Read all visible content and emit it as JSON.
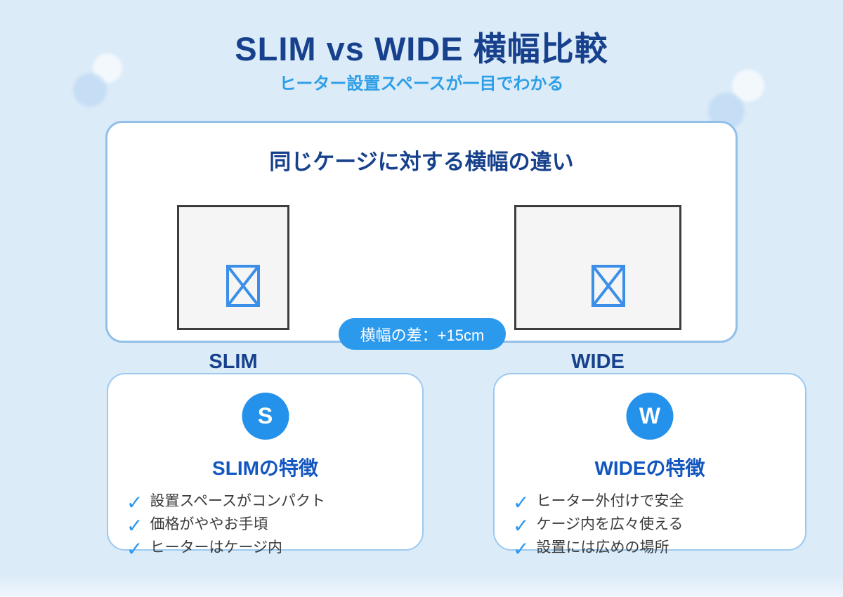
{
  "page": {
    "title": "SLIM vs WIDE 横幅比較",
    "subtitle": "ヒーター設置スペースが一目でわかる"
  },
  "comparison": {
    "heading": "同じケージに対する横幅の違い",
    "difference_badge": "横幅の差：+15cm",
    "left": {
      "label": "SLIM"
    },
    "right": {
      "label": "WIDE"
    }
  },
  "features": {
    "slim": {
      "badge_letter": "S",
      "heading": "SLIMの特徴",
      "items": [
        "設置スペースがコンパクト",
        "価格がややお手頃",
        "ヒーターはケージ内"
      ]
    },
    "wide": {
      "badge_letter": "W",
      "heading": "WIDEの特徴",
      "items": [
        "ヒーター外付けで安全",
        "ケージ内を広々使える",
        "設置には広めの場所"
      ]
    }
  },
  "icons": {
    "check": "✓"
  },
  "colors": {
    "background": "#dcebf8",
    "title_navy": "#17418c",
    "subtitle_blue": "#2d9fe7",
    "pill_blue": "#2b99ec",
    "badge_blue": "#2492ea",
    "feature_heading_blue": "#1256c0",
    "main_card_border": "#92c0e8",
    "feature_card_border": "#9cc9ef",
    "cage_border": "#3d3d40",
    "cage_fill": "#f5f5f6",
    "check_blue": "#2b97f0",
    "image_placeholder_blue": "#3b8fe8"
  }
}
